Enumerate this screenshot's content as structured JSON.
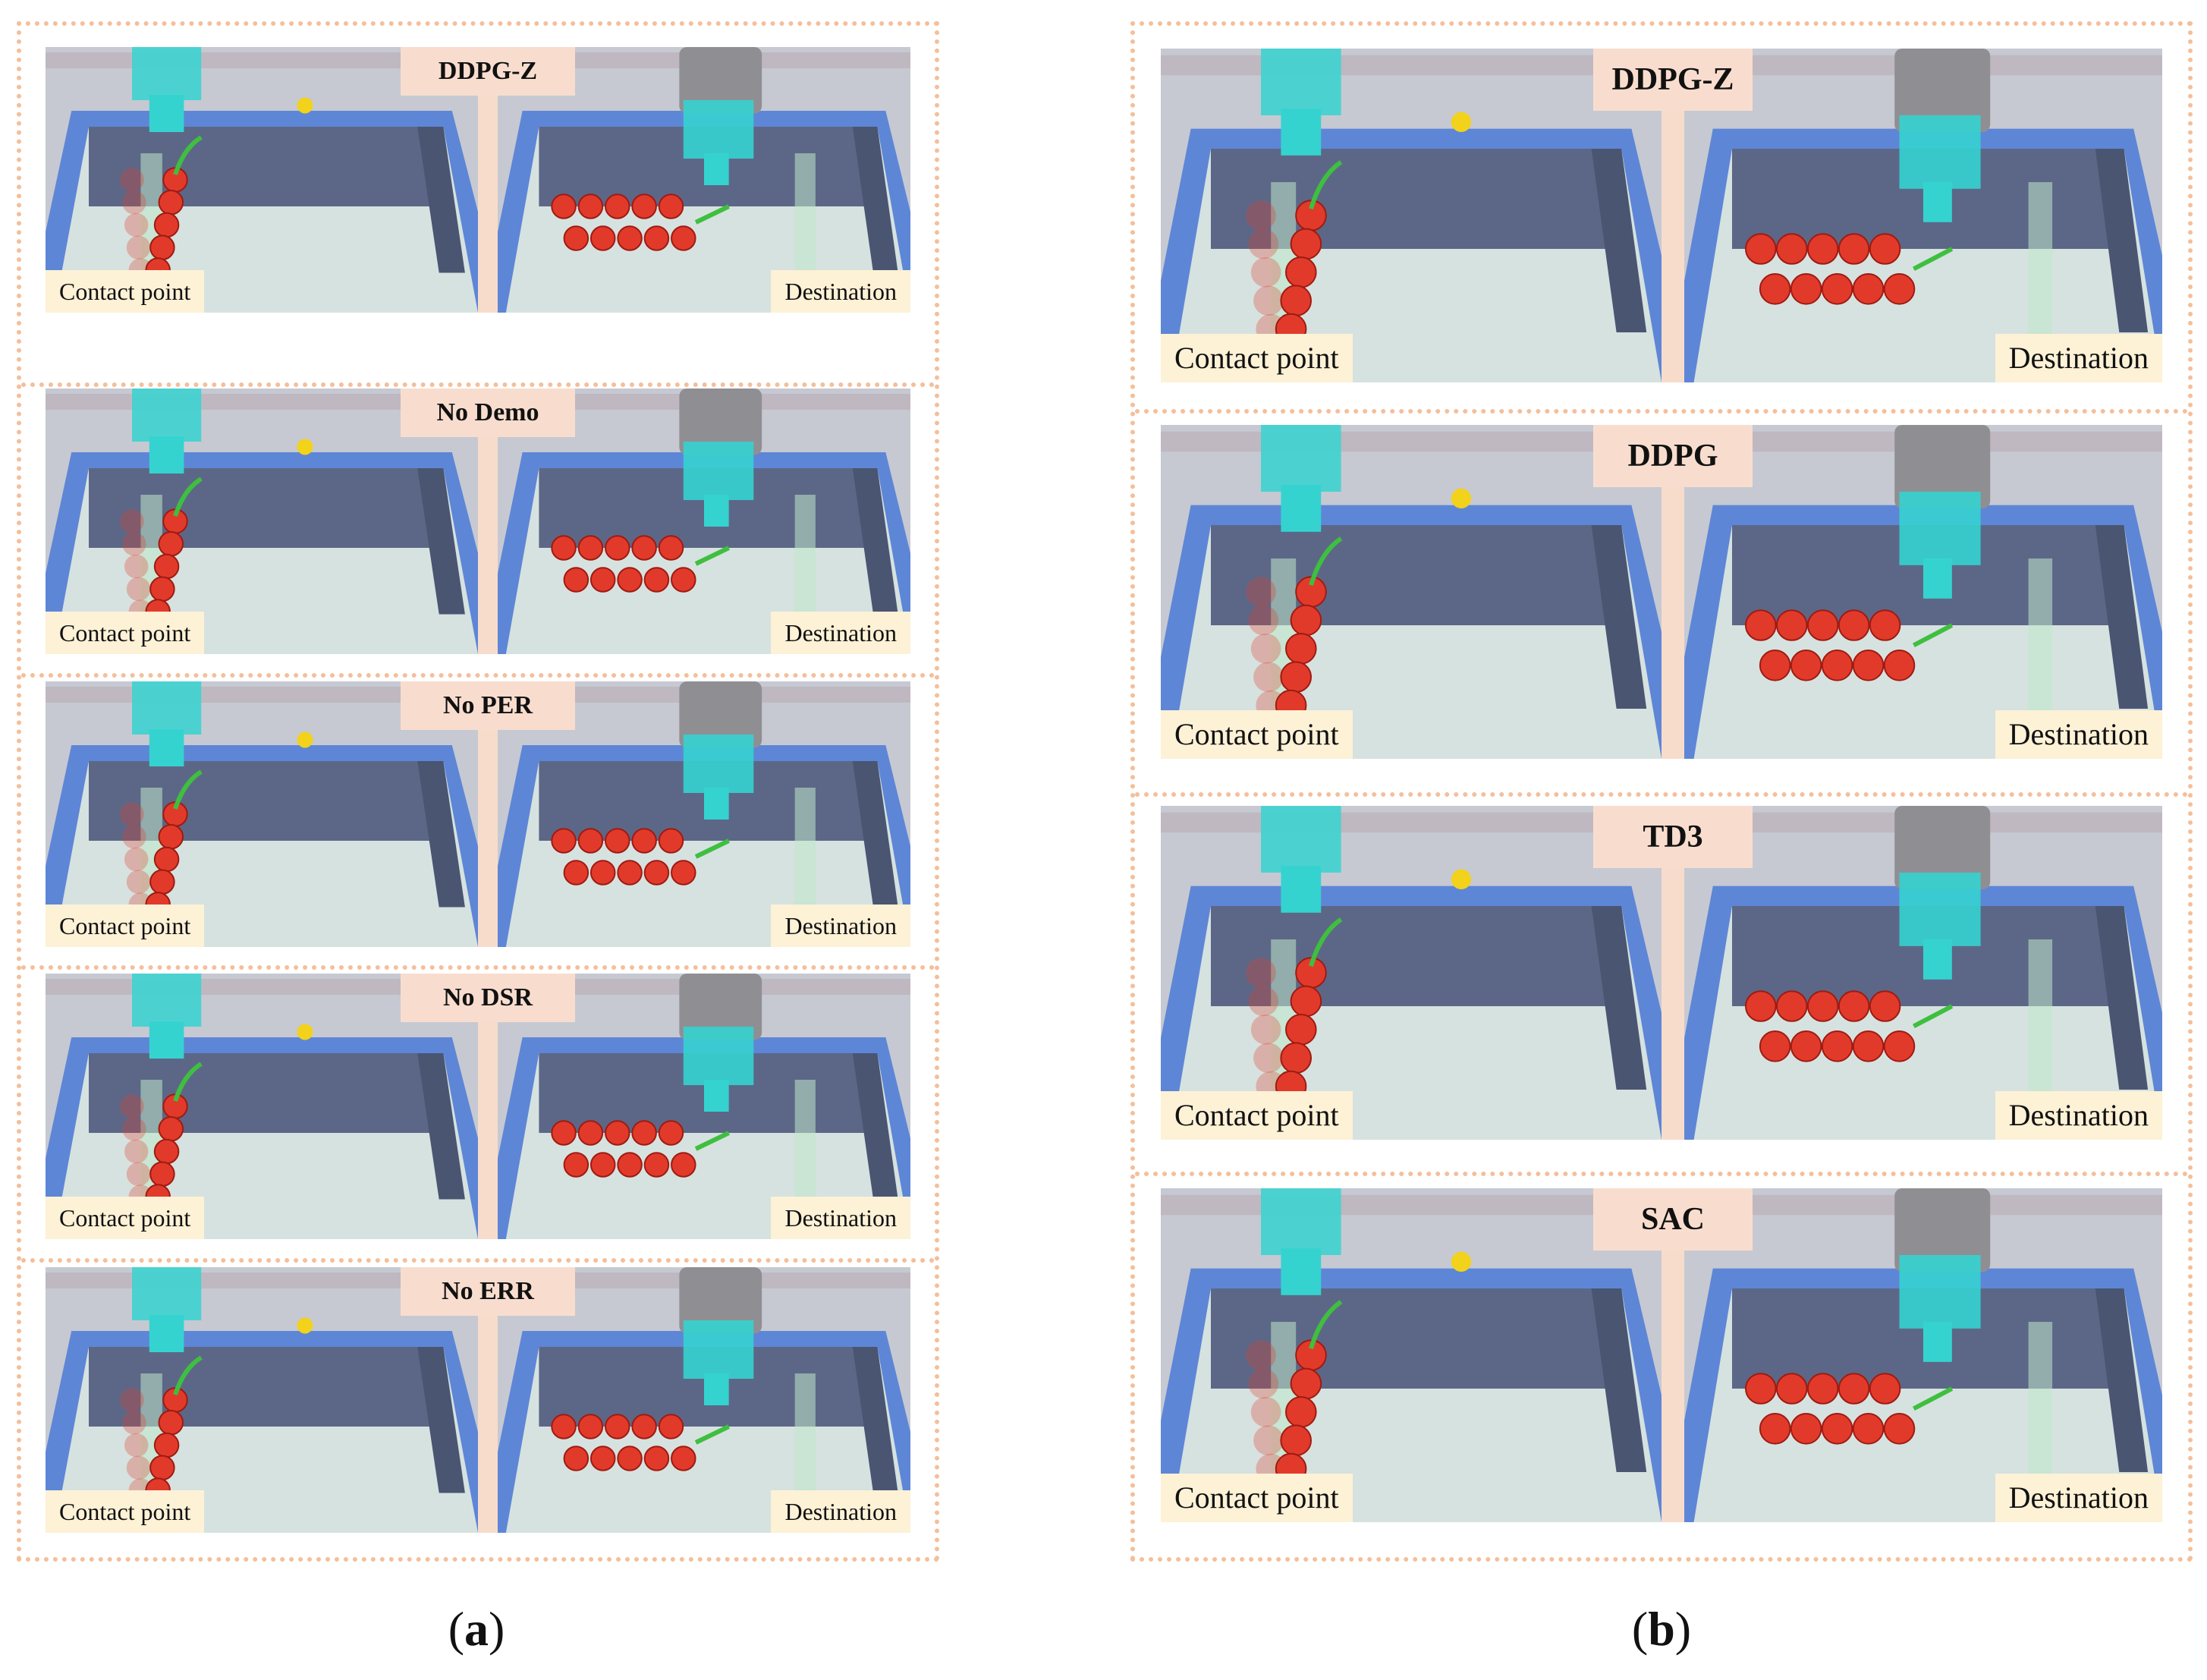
{
  "figure": {
    "group_a": {
      "caption_open": "(",
      "caption_letter": "a",
      "caption_close": ")",
      "rows": [
        {
          "title": "DDPG-Z",
          "left_label": "Contact point",
          "right_label": "Destination"
        },
        {
          "title": "No Demo",
          "left_label": "Contact point",
          "right_label": "Destination"
        },
        {
          "title": "No PER",
          "left_label": "Contact point",
          "right_label": "Destination"
        },
        {
          "title": "No DSR",
          "left_label": "Contact point",
          "right_label": "Destination"
        },
        {
          "title": "No ERR",
          "left_label": "Contact point",
          "right_label": "Destination"
        }
      ]
    },
    "group_b": {
      "caption_open": "(",
      "caption_letter": "b",
      "caption_close": ")",
      "rows": [
        {
          "title": "DDPG-Z",
          "left_label": "Contact point",
          "right_label": "Destination"
        },
        {
          "title": "DDPG",
          "left_label": "Contact point",
          "right_label": "Destination"
        },
        {
          "title": "TD3",
          "left_label": "Contact point",
          "right_label": "Destination"
        },
        {
          "title": "SAC",
          "left_label": "Contact point",
          "right_label": "Destination"
        }
      ]
    }
  },
  "colors": {
    "frame_border": "#f4bf9a",
    "title_bg": "#f8ddce",
    "label_bg": "#fdf1d6",
    "bin_wall_blue": "#5e86d6",
    "bin_inner_dark": "#5c6787",
    "robot_cyan": "#35d3d0",
    "tomato_red": "#e23a2a",
    "target_yellow": "#f2d21a"
  }
}
